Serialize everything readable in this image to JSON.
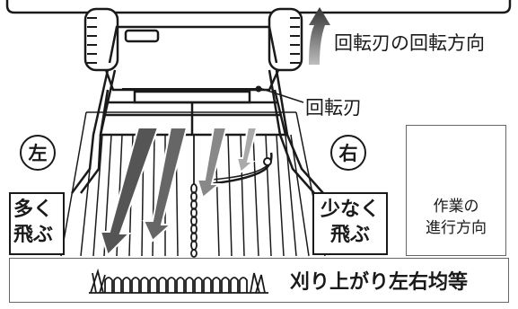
{
  "labels": {
    "rotation_direction": "回転刃の回転方向",
    "rotary_blade": "回転刃",
    "left_mark": "左",
    "right_mark": "右",
    "left_throw": [
      "多く",
      "飛ぶ"
    ],
    "right_throw": [
      "少なく",
      "飛ぶ"
    ],
    "travel_direction": [
      "作業の",
      "進行方向"
    ],
    "result": "刈り上がり左右均等"
  },
  "colors": {
    "outline": "#1a1a1a",
    "arrow_dark": "#555555",
    "arrow_light": "#9a9a9a",
    "frame_gray": "#666666"
  },
  "icons": {
    "travel_arrow": "up-arrow-outline-icon",
    "grass": "cut-grass-icon",
    "rotation_arrow": "curved-up-arrow-icon"
  }
}
